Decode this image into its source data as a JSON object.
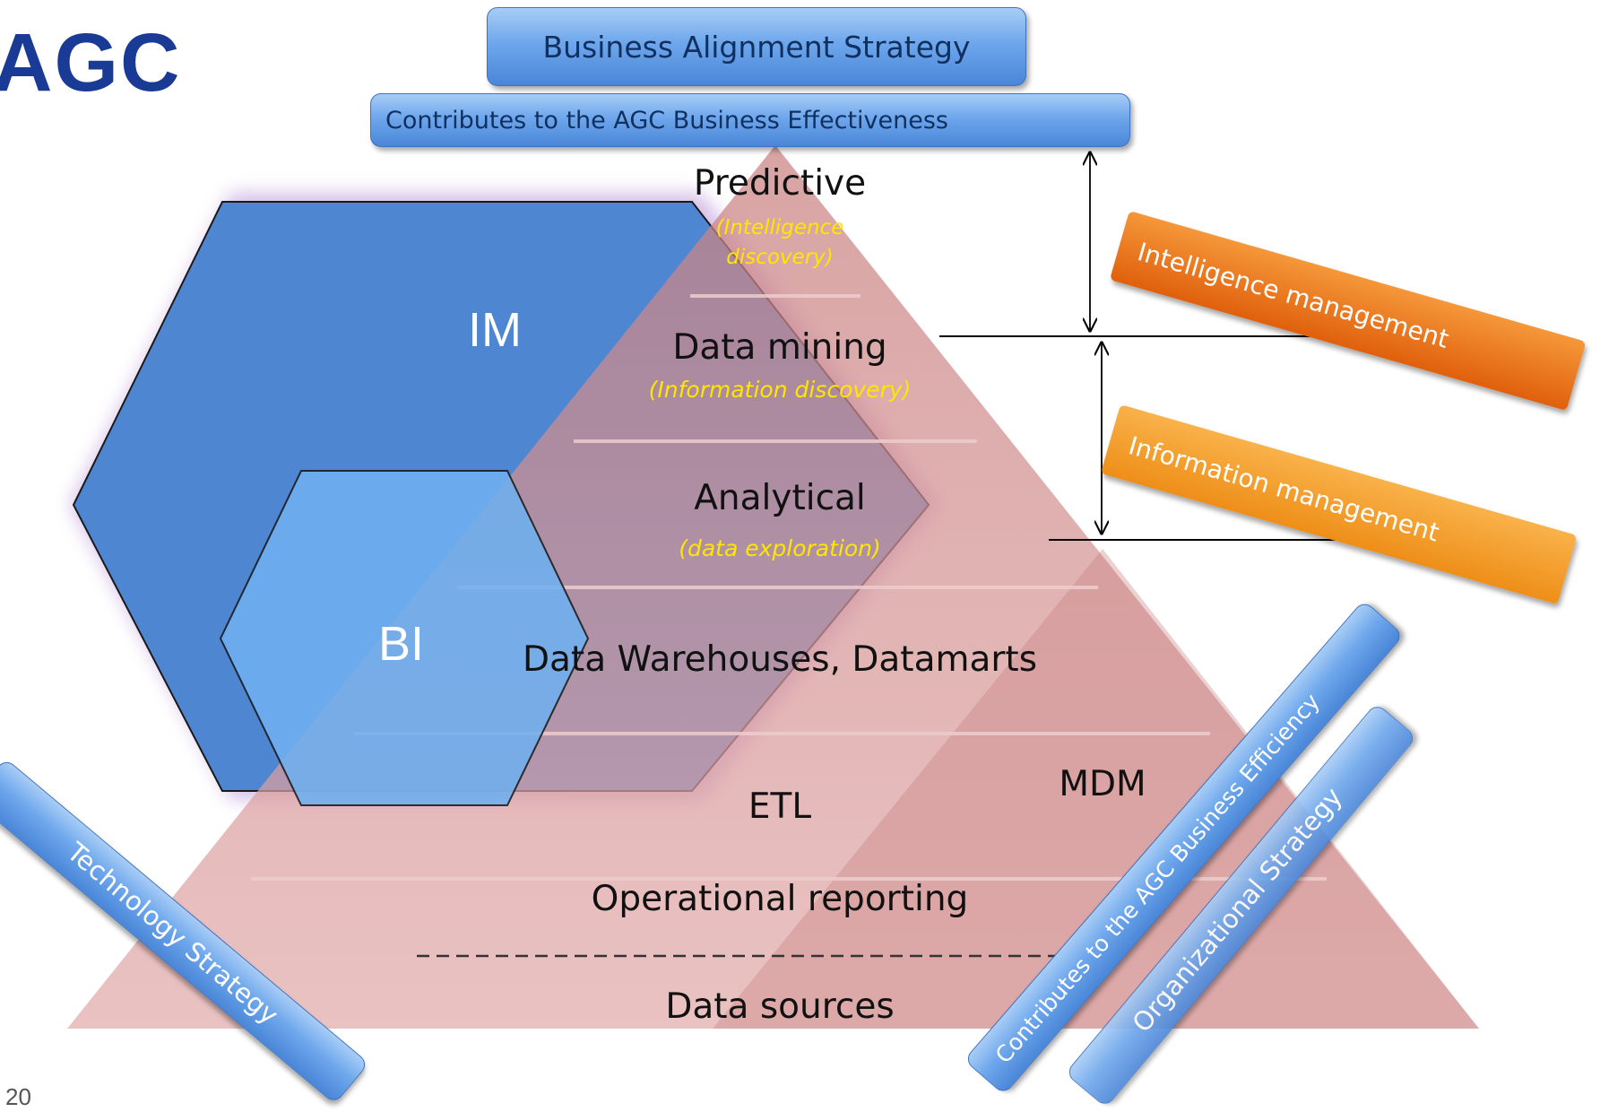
{
  "logo": {
    "text": "AGC",
    "color": "#1a3b95"
  },
  "page_number": "20",
  "top_banners": {
    "strategy": "Business Alignment Strategy",
    "effectiveness": "Contributes to the AGC Business Effectiveness"
  },
  "pyramid": {
    "tiers": [
      {
        "label": "Predictive",
        "sub": "(Intelligence discovery)"
      },
      {
        "label": "Data mining",
        "sub": "(Information discovery)"
      },
      {
        "label": "Analytical",
        "sub": "(data exploration)"
      },
      {
        "label": "Data Warehouses, Datamarts",
        "sub": ""
      },
      {
        "label": "ETL",
        "sub": ""
      },
      {
        "label": "Operational reporting",
        "sub": ""
      },
      {
        "label": "Data sources",
        "sub": ""
      }
    ],
    "mdm_label": "MDM",
    "color": "#d68a8a"
  },
  "hexagons": {
    "im": {
      "label": "IM",
      "color": "#4f86d2"
    },
    "bi": {
      "label": "BI",
      "color": "#6fb0f0"
    }
  },
  "management_bands": {
    "intelligence": {
      "label": "Intelligence management",
      "color": "#f07820"
    },
    "information": {
      "label": "Information management",
      "color": "#f4a030"
    }
  },
  "diagonal_banners": {
    "technology": "Technology Strategy",
    "efficiency": "Contributes to the AGC Business Efficiency",
    "organizational": "Organizational Strategy"
  }
}
